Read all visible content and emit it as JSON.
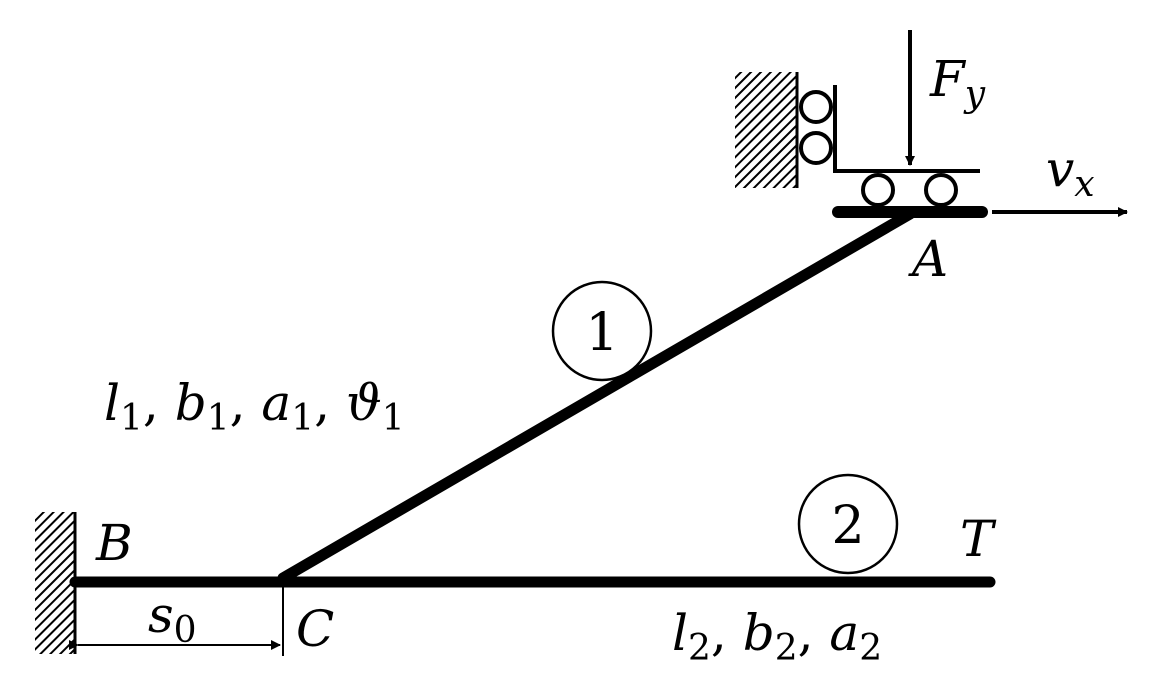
{
  "labels": {
    "force": {
      "main": "F",
      "sub": "y"
    },
    "velocity": {
      "main": "v",
      "sub": "x"
    },
    "point_a": "A",
    "point_b": "B",
    "point_c": "C",
    "point_t": "T",
    "member_1_number": "1",
    "member_2_number": "2",
    "s0": {
      "main": "s",
      "sub": "0"
    },
    "member_1_props": [
      {
        "main": "l",
        "sub": "1"
      },
      {
        "main": "b",
        "sub": "1"
      },
      {
        "main": "a",
        "sub": "1"
      },
      {
        "main": "ϑ",
        "sub": "1"
      }
    ],
    "member_2_props": [
      {
        "main": "l",
        "sub": "2"
      },
      {
        "main": "b",
        "sub": "2"
      },
      {
        "main": "a",
        "sub": "2"
      }
    ],
    "separator": ", "
  },
  "colors": {
    "ink": "#000000",
    "background": "#ffffff"
  }
}
